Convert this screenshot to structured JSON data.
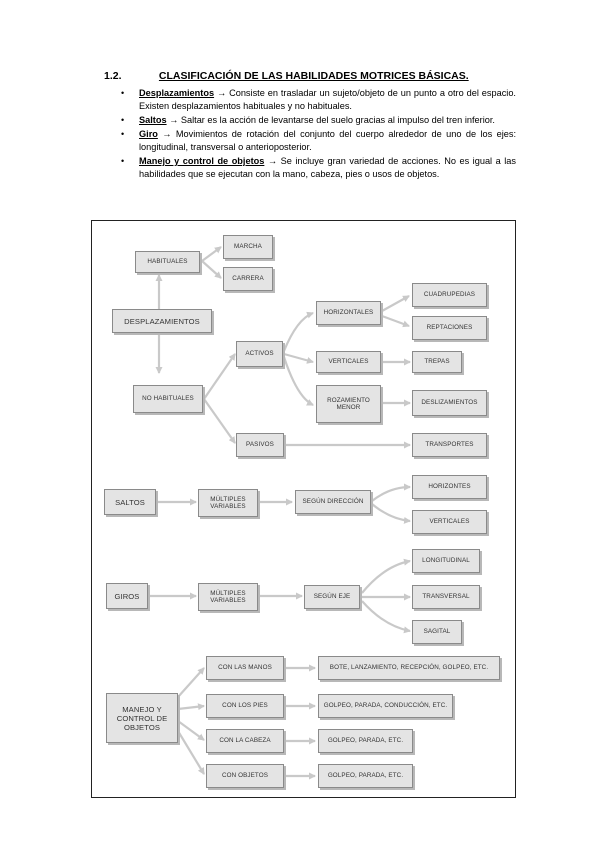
{
  "section": {
    "number": "1.2.",
    "title": "CLASIFICACIÓN DE LAS HABILIDADES MOTRICES BÁSICAS."
  },
  "bullet_symbol": "•",
  "items": [
    {
      "term": "Desplazamientos",
      "text": " → Consiste en trasladar un sujeto/objeto de un punto a otro del espacio. Existen desplazamientos habituales y no habituales."
    },
    {
      "term": "Saltos",
      "text": " → Saltar es la acción de levantarse del suelo gracias al impulso del tren inferior."
    },
    {
      "term": "Giro",
      "text": " → Movimientos de rotación del conjunto del cuerpo alrededor de uno de los ejes: longitudinal, transversal o anterioposterior."
    },
    {
      "term": "Manejo y control de objetos",
      "text": " → Se incluye gran variedad de acciones. No es igual a las habilidades que se ejecutan con la mano, cabeza, pies o usos de objetos."
    }
  ],
  "diagram": {
    "desplazamientos": {
      "root": "DESPLAZAMIENTOS",
      "habituales": "HABITUALES",
      "marcha": "MARCHA",
      "carrera": "CARRERA",
      "no_habituales": "NO HABITUALES",
      "activos": "ACTIVOS",
      "pasivos": "PASIVOS",
      "horizontales": "HORIZONTALES",
      "verticales": "VERTICALES",
      "rozamiento_menor": "ROZAMIENTO MENOR",
      "cuadrupedias": "CUADRUPEDIAS",
      "reptaciones": "REPTACIONES",
      "trepas": "TREPAS",
      "deslizamientos": "DESLIZAMIENTOS",
      "transportes": "TRANSPORTES"
    },
    "saltos": {
      "root": "SALTOS",
      "multiples": "MÚLTIPLES VARIABLES",
      "segun": "SEGÚN DIRECCIÓN",
      "horizontes": "HORIZONTES",
      "verticales": "VERTICALES"
    },
    "giros": {
      "root": "GIROS",
      "multiples": "MÚLTIPLES VARIABLES",
      "segun": "SEGÚN EJE",
      "longitudinal": "LONGITUDINAL",
      "transversal": "TRANSVERSAL",
      "sagital": "SAGITAL"
    },
    "manejo": {
      "root": "MANEJO Y CONTROL DE OBJETOS",
      "manos": "CON LAS MANOS",
      "pies": "CON LOS PIES",
      "cabeza": "CON LA CABEZA",
      "objetos": "CON OBJETOS",
      "manos_detail": "BOTE, LANZAMIENTO, RECEPCIÓN, GOLPEO, ETC.",
      "pies_detail": "GOLPEO, PARADA, CONDUCCIÓN, ETC.",
      "cabeza_detail": "GOLPEO, PARADA, ETC.",
      "objetos_detail": "GOLPEO, PARADA, ETC."
    }
  }
}
